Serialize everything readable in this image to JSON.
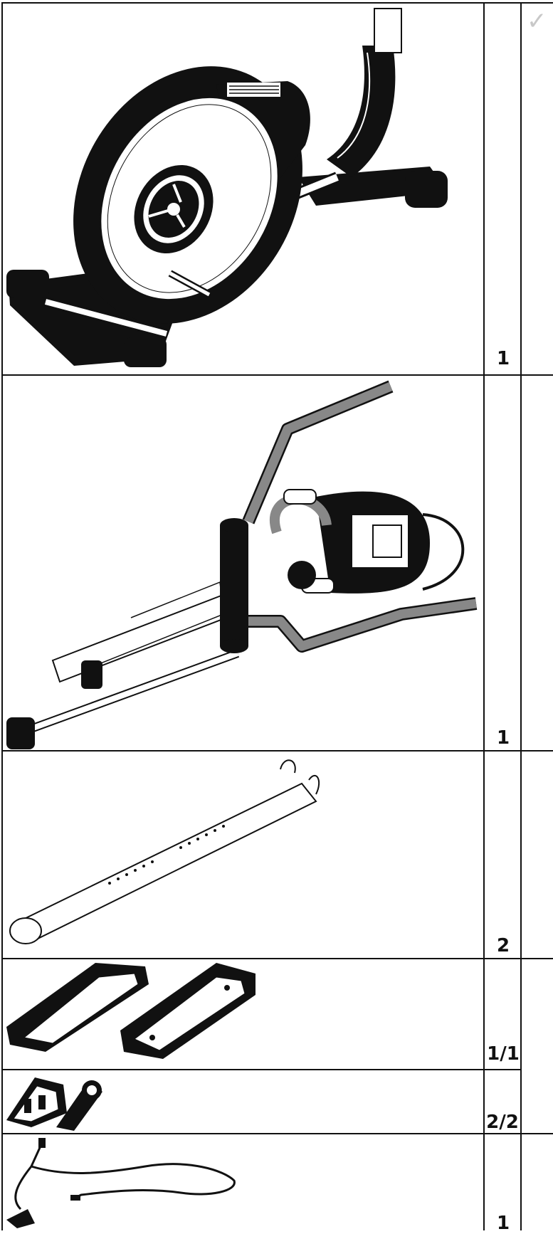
{
  "header": {
    "checkmark": "✓"
  },
  "parts": [
    {
      "id": "main-frame",
      "icon": "elliptical-main-frame-icon",
      "quantity": "1"
    },
    {
      "id": "handlebar-console",
      "icon": "handlebar-console-assembly-icon",
      "quantity": "1"
    },
    {
      "id": "pedal-arm",
      "icon": "pedal-arm-icon",
      "quantity": "2"
    },
    {
      "id": "foot-pedals",
      "icon": "foot-pedals-icon",
      "quantity": "1/1"
    },
    {
      "id": "pedal-brackets",
      "icon": "pedal-brackets-icon",
      "quantity": "2/2"
    },
    {
      "id": "power-cable",
      "icon": "power-cable-icon",
      "quantity": "1"
    }
  ]
}
